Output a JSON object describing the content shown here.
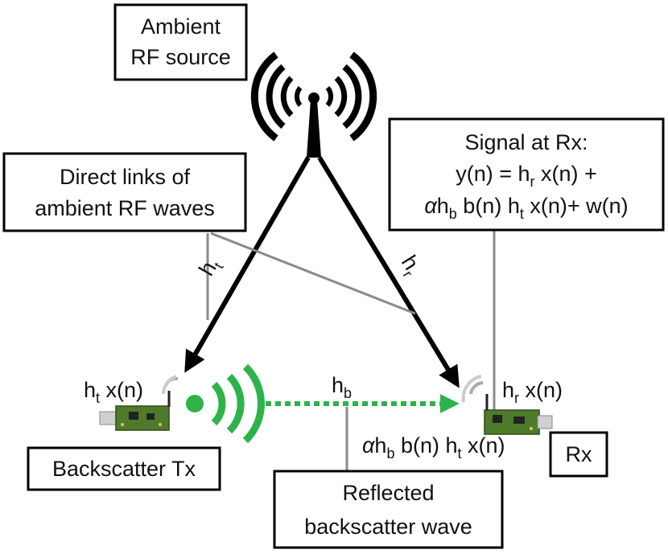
{
  "boxes": {
    "source": {
      "line1": "Ambient",
      "line2": "RF source"
    },
    "direct": {
      "line1": "Direct links of",
      "line2": "ambient RF waves"
    },
    "signal": {
      "title": "Signal at Rx:",
      "eq1": "y(n) = h",
      "eq1_sub": "r",
      "eq1_rest": " x(n) +",
      "eq2_alpha": "α",
      "eq2_h": "h",
      "eq2_sub1": "b",
      "eq2_mid": " b(n) h",
      "eq2_sub2": "t",
      "eq2_rest": " x(n)+ w(n)"
    },
    "tx": {
      "label": "Backscatter Tx"
    },
    "rx": {
      "label": "Rx"
    },
    "reflected": {
      "line1": "Reflected",
      "line2": "backscatter wave"
    }
  },
  "channels": {
    "ht": {
      "base": "h",
      "sub": "t"
    },
    "hr": {
      "base": "h",
      "sub": "r"
    },
    "hb": {
      "base": "h",
      "sub": "b"
    }
  },
  "expressions": {
    "tx_signal": {
      "base": "h",
      "sub": "t",
      "rest": " x(n)"
    },
    "rx_signal": {
      "base": "h",
      "sub": "r",
      "rest": " x(n)"
    },
    "backscatter": {
      "alpha": "α",
      "base": "h",
      "sub1": "b",
      "mid": " b(n) h",
      "sub2": "t",
      "rest": " x(n)"
    }
  },
  "colors": {
    "backscatter_green": "#2db34a",
    "leader_gray": "#8a8a8a",
    "board_green": "#4e7a2c",
    "usb_silver": "#d0d0d0"
  },
  "icons": [
    "antenna-tower-icon",
    "usb-tag-icon",
    "usb-reader-icon"
  ]
}
